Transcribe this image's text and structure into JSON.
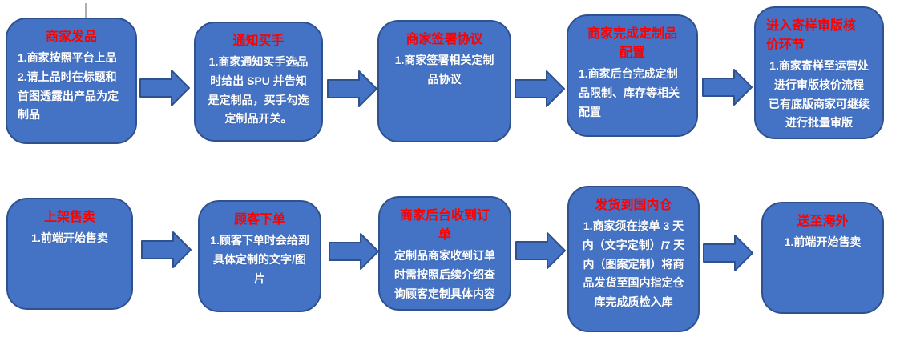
{
  "colors": {
    "background": "#FFFFFF",
    "box_fill": "#4472C4",
    "box_border": "#2F528F",
    "title_text": "#FF0000",
    "body_text": "#FFFFFF",
    "arrow_fill": "#4472C4",
    "arrow_border": "#2F528F",
    "connector_line": "#AFAFAF"
  },
  "flowchart": {
    "steps": [
      {
        "title": "商家发品",
        "body": "1.商家按照平台上品\n2.请上品时在标题和首图透露出产品为定制品"
      },
      {
        "title": "通知买手",
        "body": "1.商家通知买手选品时给出 SPU 并告知是定制品，买手勾选定制品开关。"
      },
      {
        "title": "商家签署协议",
        "body": "1.商家签署相关定制品协议"
      },
      {
        "title": "商家完成定制品\n配置",
        "body": "1.商家后台完成定制品限制、库存等相关配置"
      },
      {
        "title": "进入寄样审版核\n价环节",
        "body": "1.商家寄样至运营处进行审版核价流程\n已有底版商家可继续进行批量审版"
      },
      {
        "title": "上架售卖",
        "body": "1.前端开始售卖"
      },
      {
        "title": "顾客下单",
        "body": "1.顾客下单时会给到具体定制的文字/图片"
      },
      {
        "title": "商家后台收到订\n单",
        "body": "定制品商家收到订单时需按照后续介绍查询顾客定制具体内容"
      },
      {
        "title": "发货到国内仓",
        "body": "1.商家须在接单 3 天内（文字定制）/7 天内（图案定制）将商品发货至国内指定仓库完成质检入库"
      },
      {
        "title": "送至海外",
        "body": "1.前端开始售卖"
      }
    ]
  }
}
